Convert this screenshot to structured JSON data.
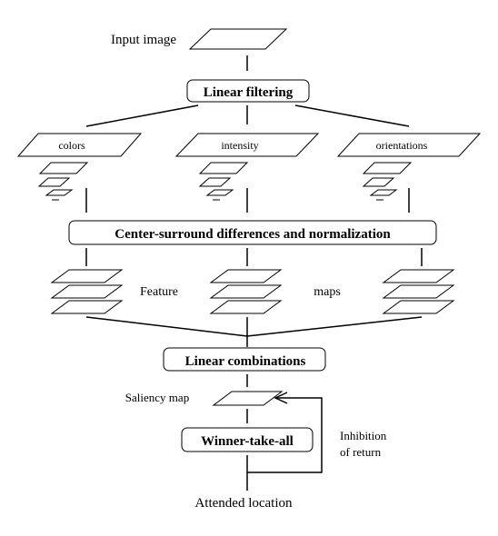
{
  "labels": {
    "input_image": "Input image",
    "feature": "Feature",
    "maps": "maps",
    "saliency_map": "Saliency map",
    "inhibition_line1": "Inhibition",
    "inhibition_line2": "of return",
    "attended_location": "Attended location"
  },
  "boxes": {
    "linear_filtering": "Linear filtering",
    "center_surround": "Center-surround differences and normalization",
    "linear_combinations": "Linear combinations",
    "winner_take_all": "Winner-take-all"
  },
  "channels": {
    "colors": "colors",
    "intensity": "intensity",
    "orientations": "orientations"
  }
}
